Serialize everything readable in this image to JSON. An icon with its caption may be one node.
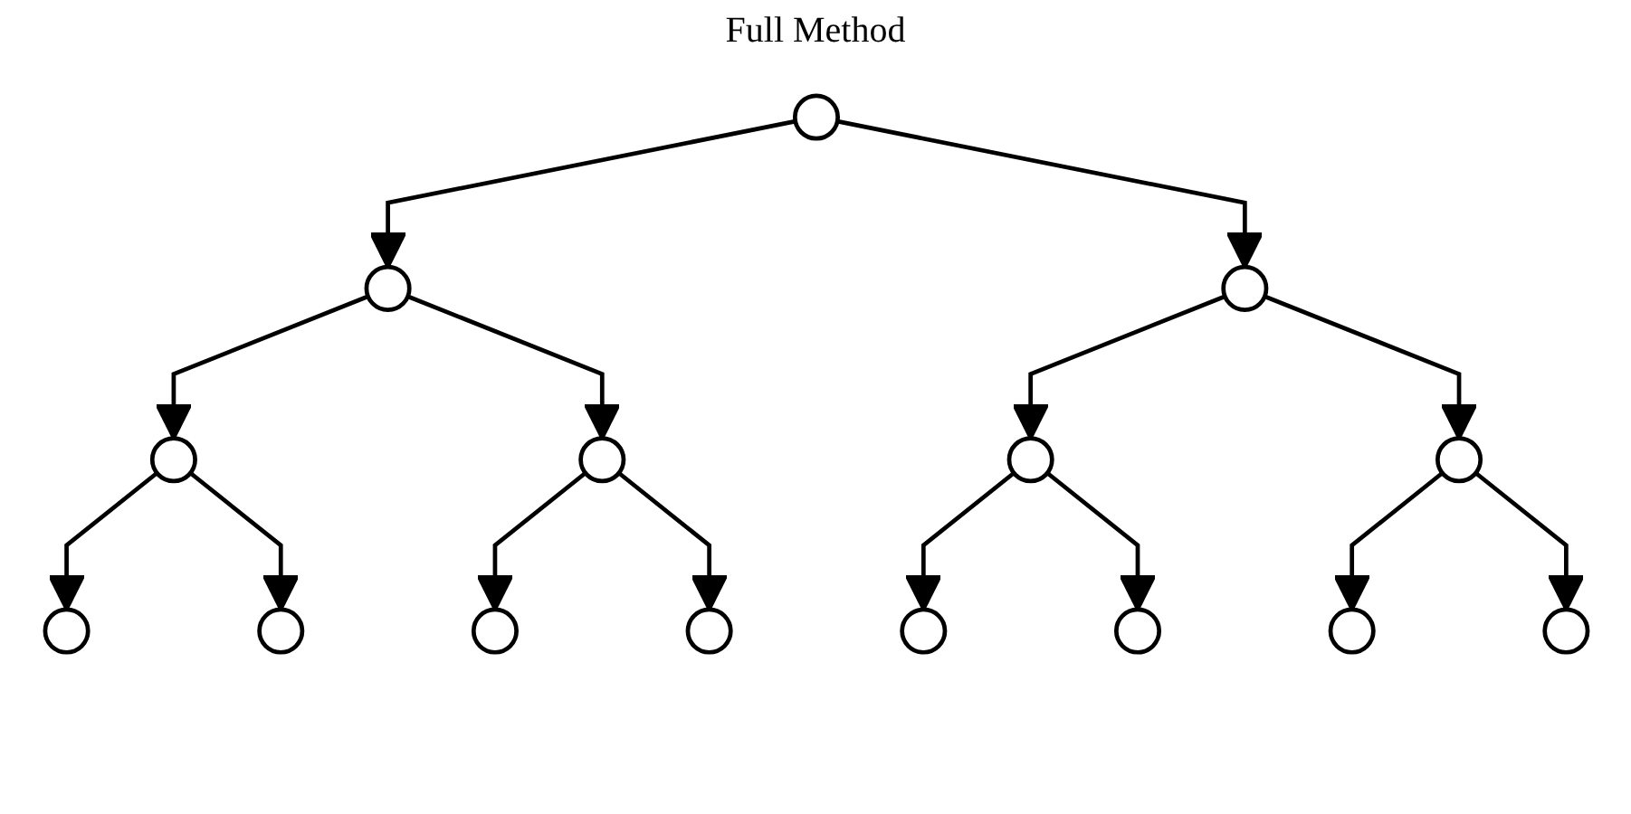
{
  "diagram": {
    "title": "Full Method",
    "nodes": [
      {
        "text": [],
        "shape": "circle"
      },
      {
        "text": [],
        "shape": "circle"
      },
      {
        "text": [],
        "shape": "circle"
      },
      {
        "text": [],
        "shape": "circle"
      },
      {
        "text": [],
        "shape": "circle"
      },
      {
        "text": [],
        "shape": "circle"
      },
      {
        "text": [],
        "shape": "circle"
      },
      {
        "text": [],
        "shape": "circle"
      },
      {
        "text": [],
        "shape": "circle"
      },
      {
        "text": [],
        "shape": "circle"
      },
      {
        "text": [],
        "shape": "circle"
      },
      {
        "text": [],
        "shape": "circle"
      },
      {
        "text": [],
        "shape": "circle"
      },
      {
        "text": [],
        "shape": "circle"
      },
      {
        "text": [],
        "shape": "circle"
      }
    ],
    "edges": [
      {
        "from": 0,
        "to": 1,
        "arrow": "to"
      },
      {
        "from": 0,
        "to": 2,
        "arrow": "to"
      },
      {
        "from": 1,
        "to": 3,
        "arrow": "to"
      },
      {
        "from": 1,
        "to": 4,
        "arrow": "to"
      },
      {
        "from": 2,
        "to": 5,
        "arrow": "to"
      },
      {
        "from": 2,
        "to": 6,
        "arrow": "to"
      },
      {
        "from": 3,
        "to": 7,
        "arrow": "to"
      },
      {
        "from": 3,
        "to": 8,
        "arrow": "to"
      },
      {
        "from": 4,
        "to": 9,
        "arrow": "to"
      },
      {
        "from": 4,
        "to": 10,
        "arrow": "to"
      },
      {
        "from": 5,
        "to": 11,
        "arrow": "to"
      },
      {
        "from": 5,
        "to": 12,
        "arrow": "to"
      },
      {
        "from": 6,
        "to": 13,
        "arrow": "to"
      },
      {
        "from": 6,
        "to": 14,
        "arrow": "to"
      }
    ]
  }
}
